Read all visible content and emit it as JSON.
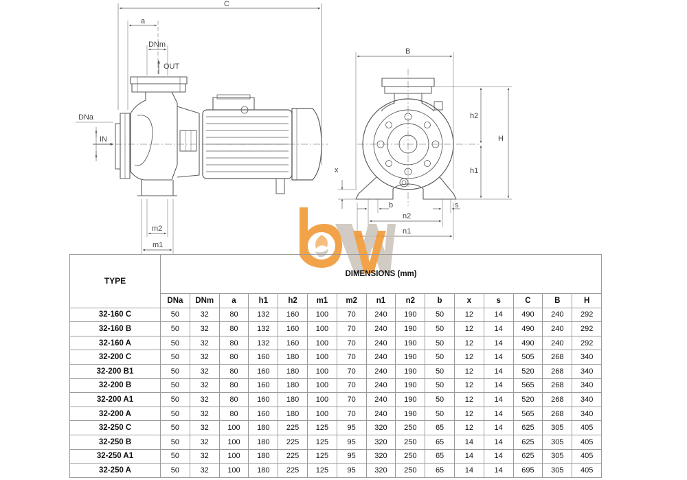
{
  "drawing": {
    "labels": {
      "C": "C",
      "a": "a",
      "DNm": "DNm",
      "OUT": "OUT",
      "DNa": "DNa",
      "IN": "IN",
      "m2": "m2",
      "m1": "m1",
      "B": "B",
      "h2": "h2",
      "H": "H",
      "h1": "h1",
      "x": "x",
      "b": "b",
      "s": "s",
      "n2": "n2",
      "n1": "n1"
    }
  },
  "watermark": {
    "text": "bw",
    "colors": {
      "orange": "#F0932B",
      "gray": "#C9C2BA"
    }
  },
  "table": {
    "type_header": "TYPE",
    "group_header": "DIMENSIONS (mm)",
    "columns": [
      "DNa",
      "DNm",
      "a",
      "h1",
      "h2",
      "m1",
      "m2",
      "n1",
      "n2",
      "b",
      "x",
      "s",
      "C",
      "B",
      "H"
    ],
    "rows": [
      {
        "type": "32-160 C",
        "values": [
          "50",
          "32",
          "80",
          "132",
          "160",
          "100",
          "70",
          "240",
          "190",
          "50",
          "12",
          "14",
          "490",
          "240",
          "292"
        ]
      },
      {
        "type": "32-160 B",
        "values": [
          "50",
          "32",
          "80",
          "132",
          "160",
          "100",
          "70",
          "240",
          "190",
          "50",
          "12",
          "14",
          "490",
          "240",
          "292"
        ]
      },
      {
        "type": "32-160 A",
        "values": [
          "50",
          "32",
          "80",
          "132",
          "160",
          "100",
          "70",
          "240",
          "190",
          "50",
          "12",
          "14",
          "490",
          "240",
          "292"
        ]
      },
      {
        "type": "32-200 C",
        "values": [
          "50",
          "32",
          "80",
          "160",
          "180",
          "100",
          "70",
          "240",
          "190",
          "50",
          "12",
          "14",
          "505",
          "268",
          "340"
        ]
      },
      {
        "type": "32-200 B1",
        "values": [
          "50",
          "32",
          "80",
          "160",
          "180",
          "100",
          "70",
          "240",
          "190",
          "50",
          "12",
          "14",
          "520",
          "268",
          "340"
        ]
      },
      {
        "type": "32-200 B",
        "values": [
          "50",
          "32",
          "80",
          "160",
          "180",
          "100",
          "70",
          "240",
          "190",
          "50",
          "12",
          "14",
          "565",
          "268",
          "340"
        ]
      },
      {
        "type": "32-200 A1",
        "values": [
          "50",
          "32",
          "80",
          "160",
          "180",
          "100",
          "70",
          "240",
          "190",
          "50",
          "12",
          "14",
          "520",
          "268",
          "340"
        ]
      },
      {
        "type": "32-200 A",
        "values": [
          "50",
          "32",
          "80",
          "160",
          "180",
          "100",
          "70",
          "240",
          "190",
          "50",
          "12",
          "14",
          "565",
          "268",
          "340"
        ]
      },
      {
        "type": "32-250 C",
        "values": [
          "50",
          "32",
          "100",
          "180",
          "225",
          "125",
          "95",
          "320",
          "250",
          "65",
          "12",
          "14",
          "625",
          "305",
          "405"
        ]
      },
      {
        "type": "32-250 B",
        "values": [
          "50",
          "32",
          "100",
          "180",
          "225",
          "125",
          "95",
          "320",
          "250",
          "65",
          "14",
          "14",
          "625",
          "305",
          "405"
        ]
      },
      {
        "type": "32-250 A1",
        "values": [
          "50",
          "32",
          "100",
          "180",
          "225",
          "125",
          "95",
          "320",
          "250",
          "65",
          "14",
          "14",
          "625",
          "305",
          "405"
        ]
      },
      {
        "type": "32-250 A",
        "values": [
          "50",
          "32",
          "100",
          "180",
          "225",
          "125",
          "95",
          "320",
          "250",
          "65",
          "14",
          "14",
          "695",
          "305",
          "405"
        ]
      }
    ]
  }
}
